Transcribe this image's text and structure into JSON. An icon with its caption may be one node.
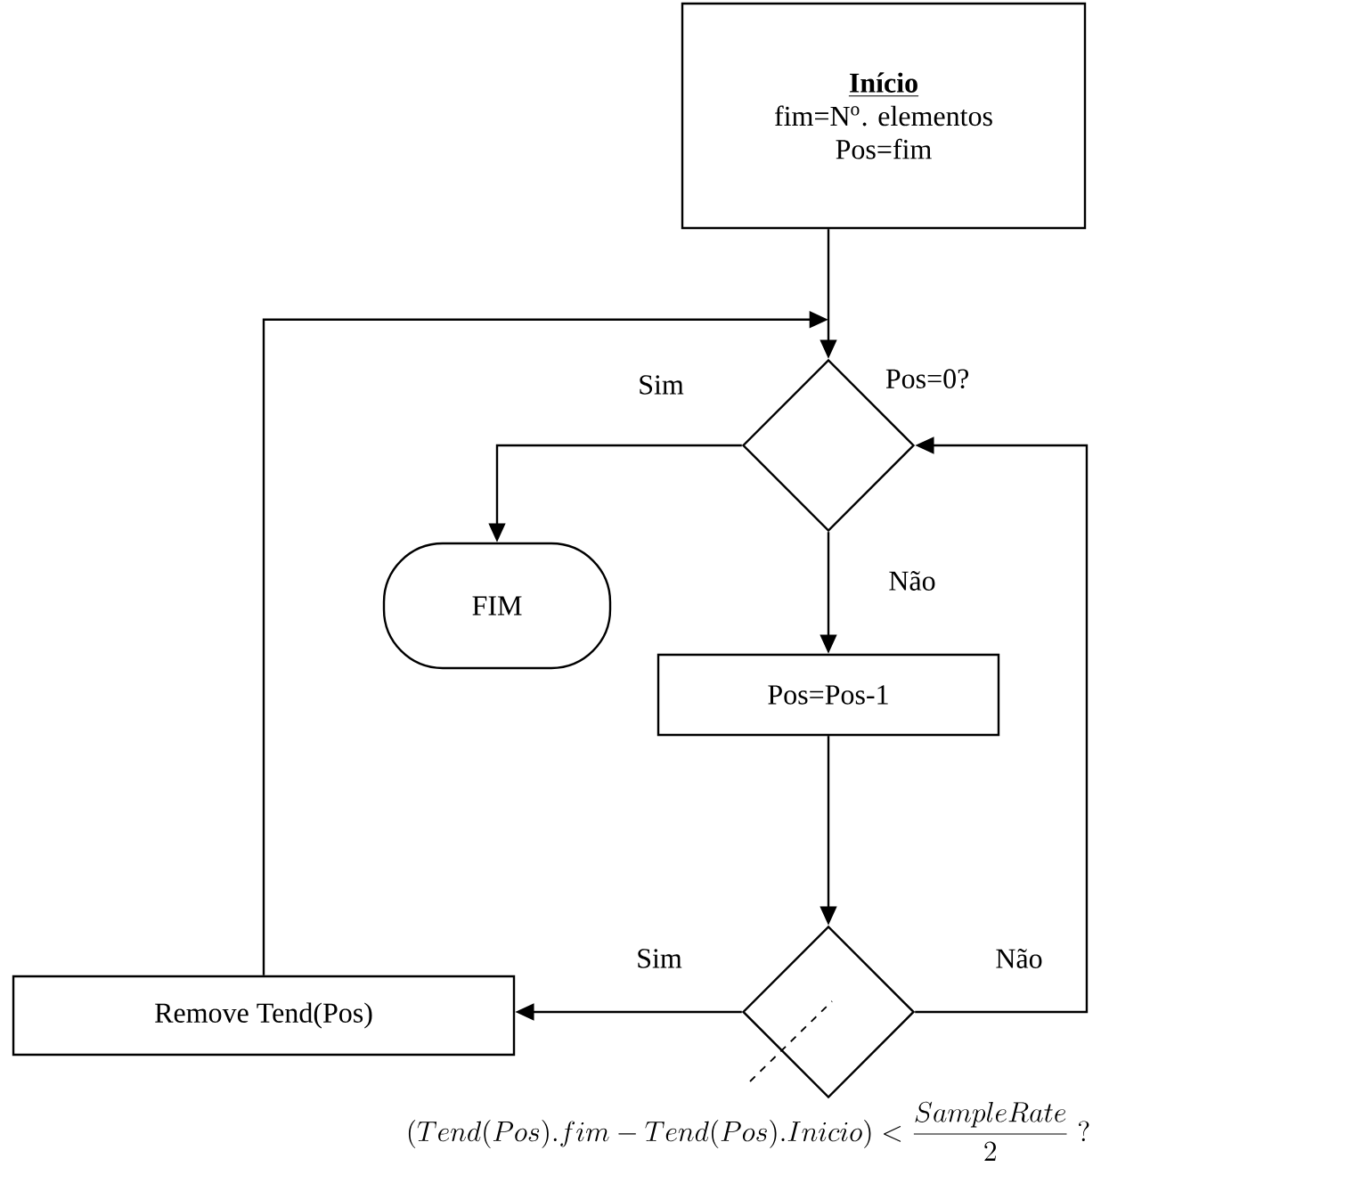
{
  "diagram": {
    "nodes": [
      {
        "text": [
          "Início",
          "fim=N$^{o}$. elementos",
          "Pos=fim"
        ]
      },
      {
        "text": [
          "Pos=0?"
        ]
      },
      {
        "text": [
          "FIM"
        ]
      },
      {
        "text": [
          "Pos=Pos-1"
        ]
      },
      {
        "text": [
          "(Tend(Pos).fim-Tend(Pos).Inicio)<\\frac{SampleRate}{2}\\ ?"
        ]
      },
      {
        "text": [
          "Remove Tend(Pos)"
        ]
      }
    ],
    "edges": [
      {
        "from": 0,
        "to": 1,
        "arrow": "to"
      },
      {
        "from": 1,
        "to": 2,
        "arrow": "to",
        "label": "Sim"
      },
      {
        "from": 1,
        "to": 3,
        "arrow": "to",
        "label": "Não"
      },
      {
        "from": 3,
        "to": 4,
        "arrow": "to"
      },
      {
        "from": 4,
        "to": 5,
        "arrow": "to",
        "label": "Sim"
      },
      {
        "from": 4,
        "to": 1,
        "arrow": "to",
        "label": "Não"
      },
      {
        "from": 5,
        "to": 1,
        "arrow": "to"
      }
    ]
  }
}
